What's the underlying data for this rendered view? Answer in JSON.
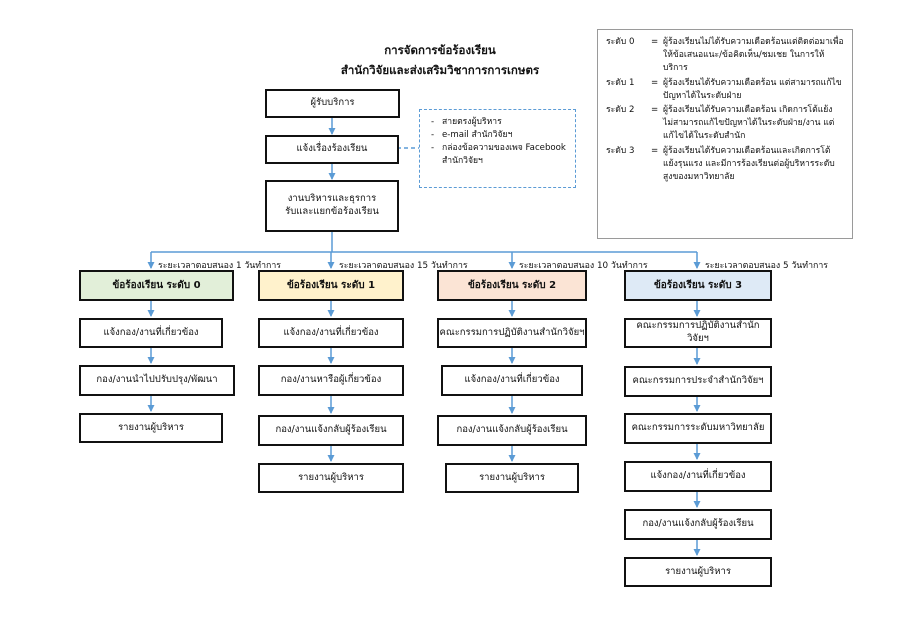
{
  "title": {
    "line1": "การจัดการข้อร้องเรียน",
    "line2": "สำนักวิจัยและส่งเสริมวิชาการการเกษตร"
  },
  "flow_top": {
    "service_recipient": "ผู้รับบริการ",
    "report_complaint": "แจ้งเรื่องร้องเรียน",
    "admin_line1": "งานบริหารและธุรการ",
    "admin_line2": "รับและแยกข้อร้องเรียน"
  },
  "channels": {
    "items": [
      "สายตรงผู้บริหาร",
      "e-mail สำนักวิจัยฯ",
      "กล่องข้อความของเพจ Facebook",
      "สำนักวิจัยฯ"
    ]
  },
  "legend": {
    "items": [
      {
        "key": "ระดับ 0",
        "eq": "=",
        "desc": "ผู้ร้องเรียนไม่ได้รับความเดือดร้อนแต่ติดต่อมาเพื่อให้ข้อเสนอแนะ/ข้อคิดเห็น/ชมเชย ในการให้บริการ"
      },
      {
        "key": "ระดับ 1",
        "eq": "=",
        "desc": "ผู้ร้องเรียนได้รับความเดือดร้อน แต่สามารถแก้ไขปัญหาได้ในระดับฝ่าย"
      },
      {
        "key": "ระดับ 2",
        "eq": "=",
        "desc": "ผู้ร้องเรียนได้รับความเดือดร้อน เกิดการโต้แย้ง ไม่สามารถแก้ไขปัญหาได้ในระดับฝ่าย/งาน แต่แก้ไขได้ในระดับสำนัก"
      },
      {
        "key": "ระดับ 3",
        "eq": "=",
        "desc": "ผู้ร้องเรียนได้รับความเดือดร้อนและเกิดการโต้แย้งรุนแรง และมีการร้องเรียนต่อผู้บริหารระดับสูงของมหาวิทยาลัย"
      }
    ]
  },
  "response_times": [
    "ระยะเวลาตอบสนอง 1 วันทำการ",
    "ระยะเวลาตอบสนอง 15 วันทำการ",
    "ระยะเวลาตอบสนอง 10 วันทำการ",
    "ระยะเวลาตอบสนอง 5 วันทำการ"
  ],
  "levels": [
    {
      "label": "ข้อร้องเรียน ระดับ 0",
      "color": "#e2efd9",
      "steps": [
        "แจ้งกอง/งานที่เกี่ยวข้อง",
        "กอง/งานนำไปปรับปรุง/พัฒนา",
        "รายงานผู้บริหาร"
      ]
    },
    {
      "label": "ข้อร้องเรียน ระดับ 1",
      "color": "#fff2cc",
      "steps": [
        "แจ้งกอง/งานที่เกี่ยวข้อง",
        "กอง/งานหารือผู้เกี่ยวข้อง",
        "กอง/งานแจ้งกลับผู้ร้องเรียน",
        "รายงานผู้บริหาร"
      ]
    },
    {
      "label": "ข้อร้องเรียน ระดับ 2",
      "color": "#fbe4d5",
      "steps": [
        "คณะกรรมการปฏิบัติงานสำนักวิจัยฯ",
        "แจ้งกอง/งานที่เกี่ยวข้อง",
        "กอง/งานแจ้งกลับผู้ร้องเรียน",
        "รายงานผู้บริหาร"
      ]
    },
    {
      "label": "ข้อร้องเรียน ระดับ 3",
      "color": "#deeaf6",
      "steps": [
        "คณะกรรมการปฏิบัติงานสำนักวิจัยฯ",
        "คณะกรรมการประจำสำนักวิจัยฯ",
        "คณะกรรมการระดับมหาวิทยาลัย",
        "แจ้งกอง/งานที่เกี่ยวข้อง",
        "กอง/งานแจ้งกลับผู้ร้องเรียน",
        "รายงานผู้บริหาร"
      ]
    }
  ],
  "colors": {
    "connector": "#5b9bd5",
    "border": "#111111",
    "dashed_border": "#5b9bd5"
  }
}
